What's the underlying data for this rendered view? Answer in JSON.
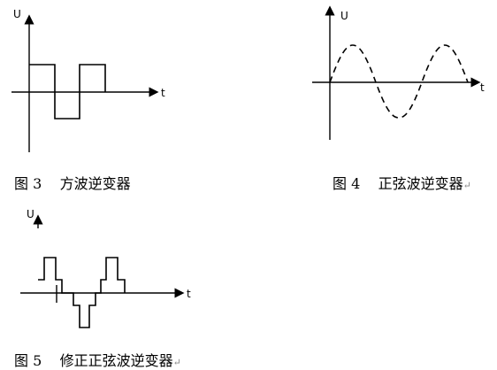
{
  "figures": [
    {
      "caption_number": "图 3",
      "caption_title": "方波逆变器",
      "y_label": "U",
      "x_label": "t",
      "waveform": "square"
    },
    {
      "caption_number": "图 4",
      "caption_title": "正弦波逆变器",
      "y_label": "U",
      "x_label": "t",
      "waveform": "sine-dashed",
      "line_end_mark": "↵"
    },
    {
      "caption_number": "图 5",
      "caption_title": "修正正弦波逆变器",
      "y_label": "U",
      "x_label": "t",
      "waveform": "modified-sine",
      "line_end_mark": "↵"
    }
  ]
}
